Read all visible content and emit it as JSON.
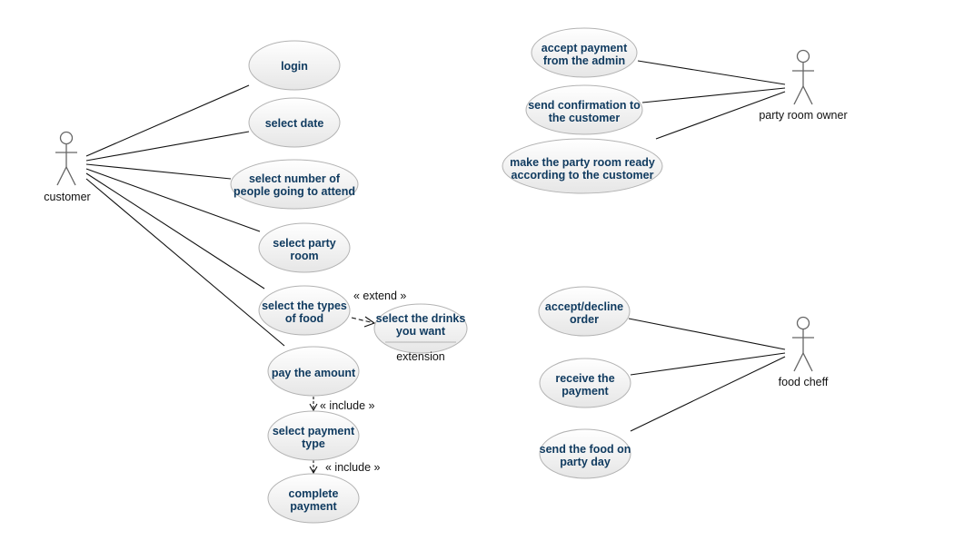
{
  "colors": {
    "usecase_fill_top": "#ffffff",
    "usecase_fill_bottom": "#e6e6e6",
    "usecase_stroke": "#b3b3b3",
    "usecase_text": "#0f3a5f",
    "actor_stroke": "#666666",
    "line": "#111111"
  },
  "actors": {
    "customer": "customer",
    "owner": "party room owner",
    "chef": "food cheff"
  },
  "usecases": {
    "login": [
      "login"
    ],
    "select_date": [
      "select date"
    ],
    "select_number": [
      "select number of",
      "people going to attend"
    ],
    "select_room": [
      "select party",
      "room"
    ],
    "select_food": [
      "select the types",
      "of food"
    ],
    "select_drinks": [
      "select the drinks",
      "you want"
    ],
    "pay_amount": [
      "pay the amount"
    ],
    "select_payment": [
      "select payment",
      "type"
    ],
    "complete_payment": [
      "complete",
      "payment"
    ],
    "accept_payment": [
      "accept payment",
      "from the admin"
    ],
    "send_confirmation": [
      "send confirmation to",
      "the customer"
    ],
    "make_ready": [
      "make the party room ready",
      "according to the customer"
    ],
    "accept_decline": [
      "accept/decline",
      "order"
    ],
    "receive_payment": [
      "receive the",
      "payment"
    ],
    "send_food": [
      "send the food on",
      "party day"
    ]
  },
  "relations": {
    "extend": "« extend »",
    "include_1": "« include »",
    "include_2": "« include »",
    "extension_point": "extension"
  }
}
